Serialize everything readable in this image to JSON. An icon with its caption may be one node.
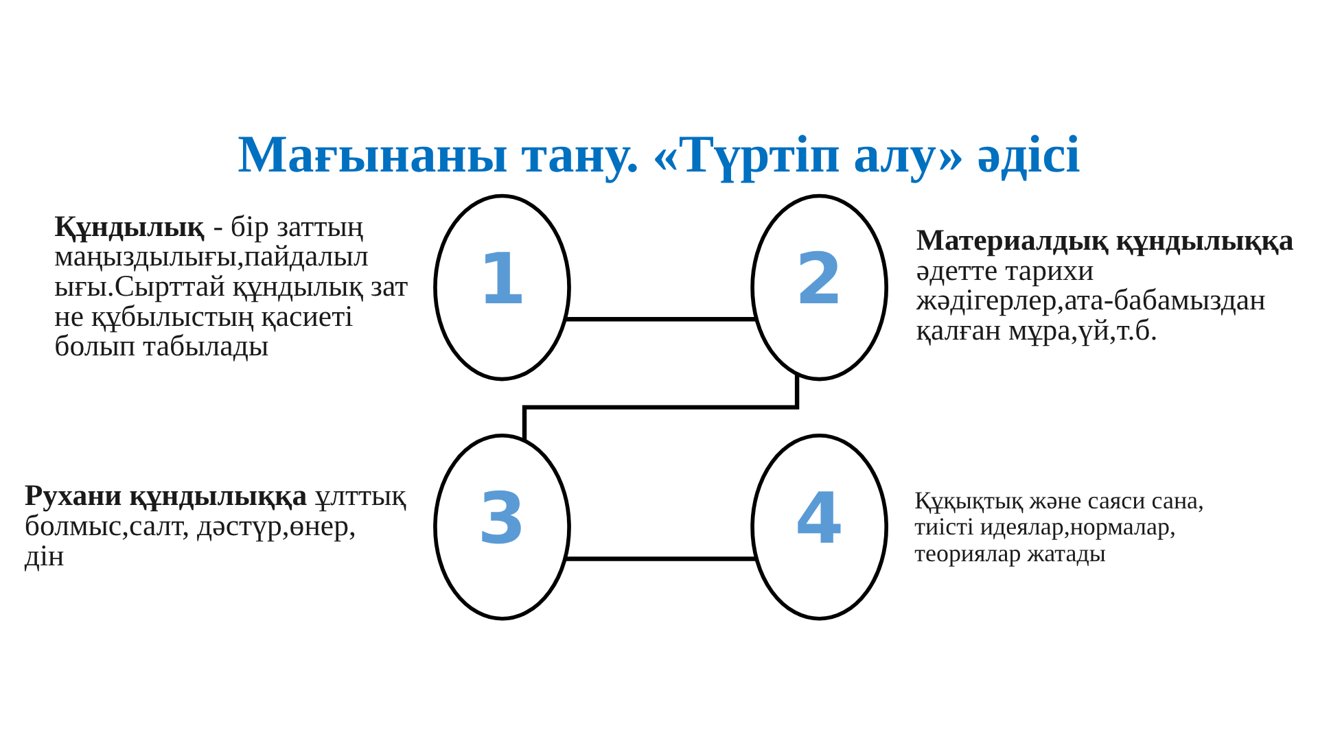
{
  "diagram": {
    "title": "Мағынаны тану. «Түртіп алу» әдісі",
    "nodes": [
      {
        "text": [
          "1"
        ],
        "beside": [
          "**Құндылық** - бір заттың маңыздылығы,пайдалыл ығы.Сырттай құндылық зат не құбылыстың қасиеті болып табылады"
        ]
      },
      {
        "text": [
          "2"
        ],
        "beside": [
          "**Материалдық құндылыққа** әдетте тарихи жәдігерлер,ата-бабамыздан қалған мұра,үй,т.б."
        ]
      },
      {
        "text": [
          "3"
        ],
        "beside": [
          "**Рухани құндылыққа** ұлттық болмыс,салт, дәстүр,өнер, дін"
        ]
      },
      {
        "text": [
          "4"
        ],
        "beside": [
          "Құқықтық және саяси сана, тиісті идеялар,нормалар, теориялар жатады"
        ]
      }
    ],
    "edges": [
      {
        "from": 0,
        "to": 1,
        "arrow": "none"
      },
      {
        "from": 1,
        "to": 2,
        "arrow": "none"
      },
      {
        "from": 2,
        "to": 3,
        "arrow": "none"
      }
    ]
  }
}
